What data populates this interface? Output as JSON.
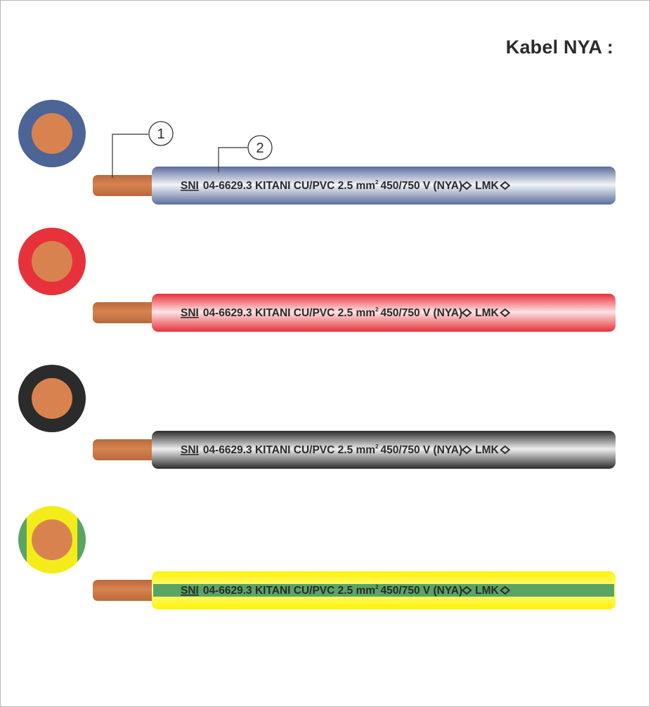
{
  "title": "Kabel NYA :",
  "callouts": [
    {
      "number": "1"
    },
    {
      "number": "2"
    }
  ],
  "marking": {
    "standard": "SNI",
    "text": "04-6629.3 KITANI CU/PVC 2.5 mm",
    "sup": "2",
    "text2": "450/750 V (NYA)",
    "tail": "LMK",
    "mark_color": "#2a2a2a"
  },
  "colors": {
    "copper": "#d8834f",
    "copper_dark": "#b86a3c"
  },
  "cables": [
    {
      "name": "blue",
      "insulation": "#5a6d9b",
      "highlight": "#f1f3f8",
      "ring": "#4c6496"
    },
    {
      "name": "red",
      "insulation": "#e9303a",
      "highlight": "#fbe4e5",
      "ring": "#e8323b"
    },
    {
      "name": "black",
      "insulation": "#2c2c2c",
      "highlight": "#eeeeee",
      "ring": "#2b2b2b"
    },
    {
      "name": "yellow-green",
      "insulation": "#fff200",
      "highlight": "#fffb9a",
      "ring": "#f4ec1a",
      "stripe": "#5aa565"
    }
  ]
}
